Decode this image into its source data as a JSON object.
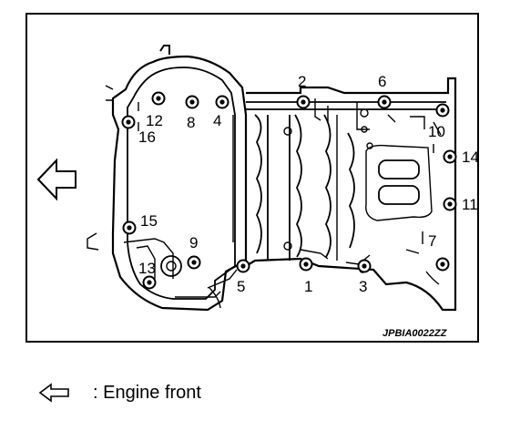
{
  "figure_code": "JPBIA0022ZZ",
  "legend": {
    "arrow_icon": "outline-left-arrow-icon",
    "text": ": Engine front"
  },
  "bolts": [
    {
      "label": "1"
    },
    {
      "label": "2"
    },
    {
      "label": "3"
    },
    {
      "label": "4"
    },
    {
      "label": "5"
    },
    {
      "label": "6"
    },
    {
      "label": "7"
    },
    {
      "label": "8"
    },
    {
      "label": "9"
    },
    {
      "label": "10"
    },
    {
      "label": "11"
    },
    {
      "label": "12"
    },
    {
      "label": "13"
    },
    {
      "label": "14"
    },
    {
      "label": "15"
    },
    {
      "label": "16"
    }
  ]
}
